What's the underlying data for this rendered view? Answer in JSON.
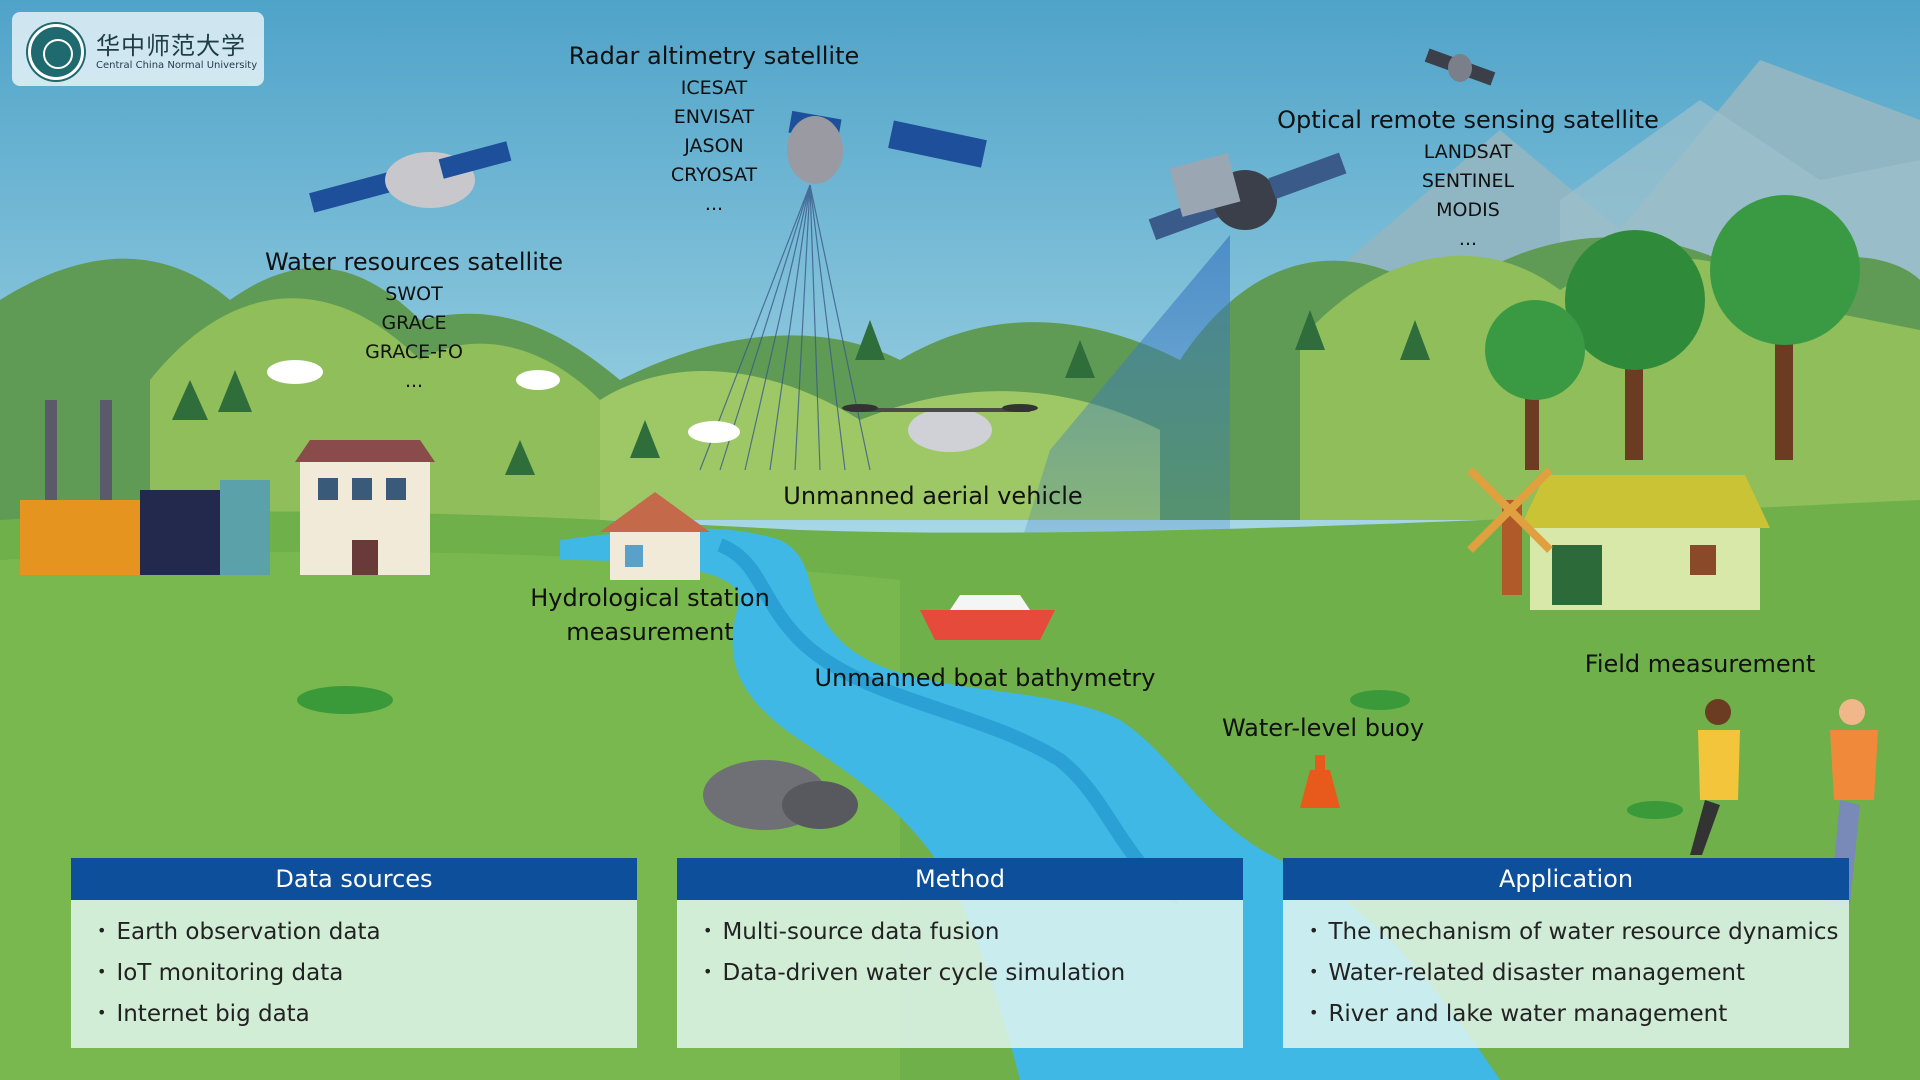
{
  "logo": {
    "name_cn": "华中师范大学",
    "name_en": "Central China Normal University"
  },
  "satellites": {
    "water": {
      "title": "Water resources satellite",
      "items": [
        "SWOT",
        "GRACE",
        "GRACE-FO",
        "..."
      ]
    },
    "radar": {
      "title": "Radar altimetry satellite",
      "items": [
        "ICESAT",
        "ENVISAT",
        "JASON",
        "CRYOSAT",
        "..."
      ]
    },
    "optical": {
      "title": "Optical remote sensing satellite",
      "items": [
        "LANDSAT",
        "SENTINEL",
        "MODIS",
        "..."
      ]
    }
  },
  "labels": {
    "uav": "Unmanned aerial vehicle",
    "hydro_line1": "Hydrological station",
    "hydro_line2": "measurement",
    "boat": "Unmanned boat bathymetry",
    "buoy": "Water-level buoy",
    "field": "Field measurement"
  },
  "panels": [
    {
      "title": "Data sources",
      "items": [
        "Earth observation data",
        "IoT monitoring data",
        "Internet big data"
      ]
    },
    {
      "title": "Method",
      "items": [
        "Multi-source data fusion",
        "Data-driven water cycle simulation"
      ]
    },
    {
      "title": "Application",
      "items": [
        "The mechanism of water resource dynamics",
        "Water-related disaster management",
        "River and lake water management"
      ]
    }
  ],
  "colors": {
    "panel_header": "#0d4f9a",
    "sky": "#7ec3dc",
    "river": "#3fb8e6"
  }
}
